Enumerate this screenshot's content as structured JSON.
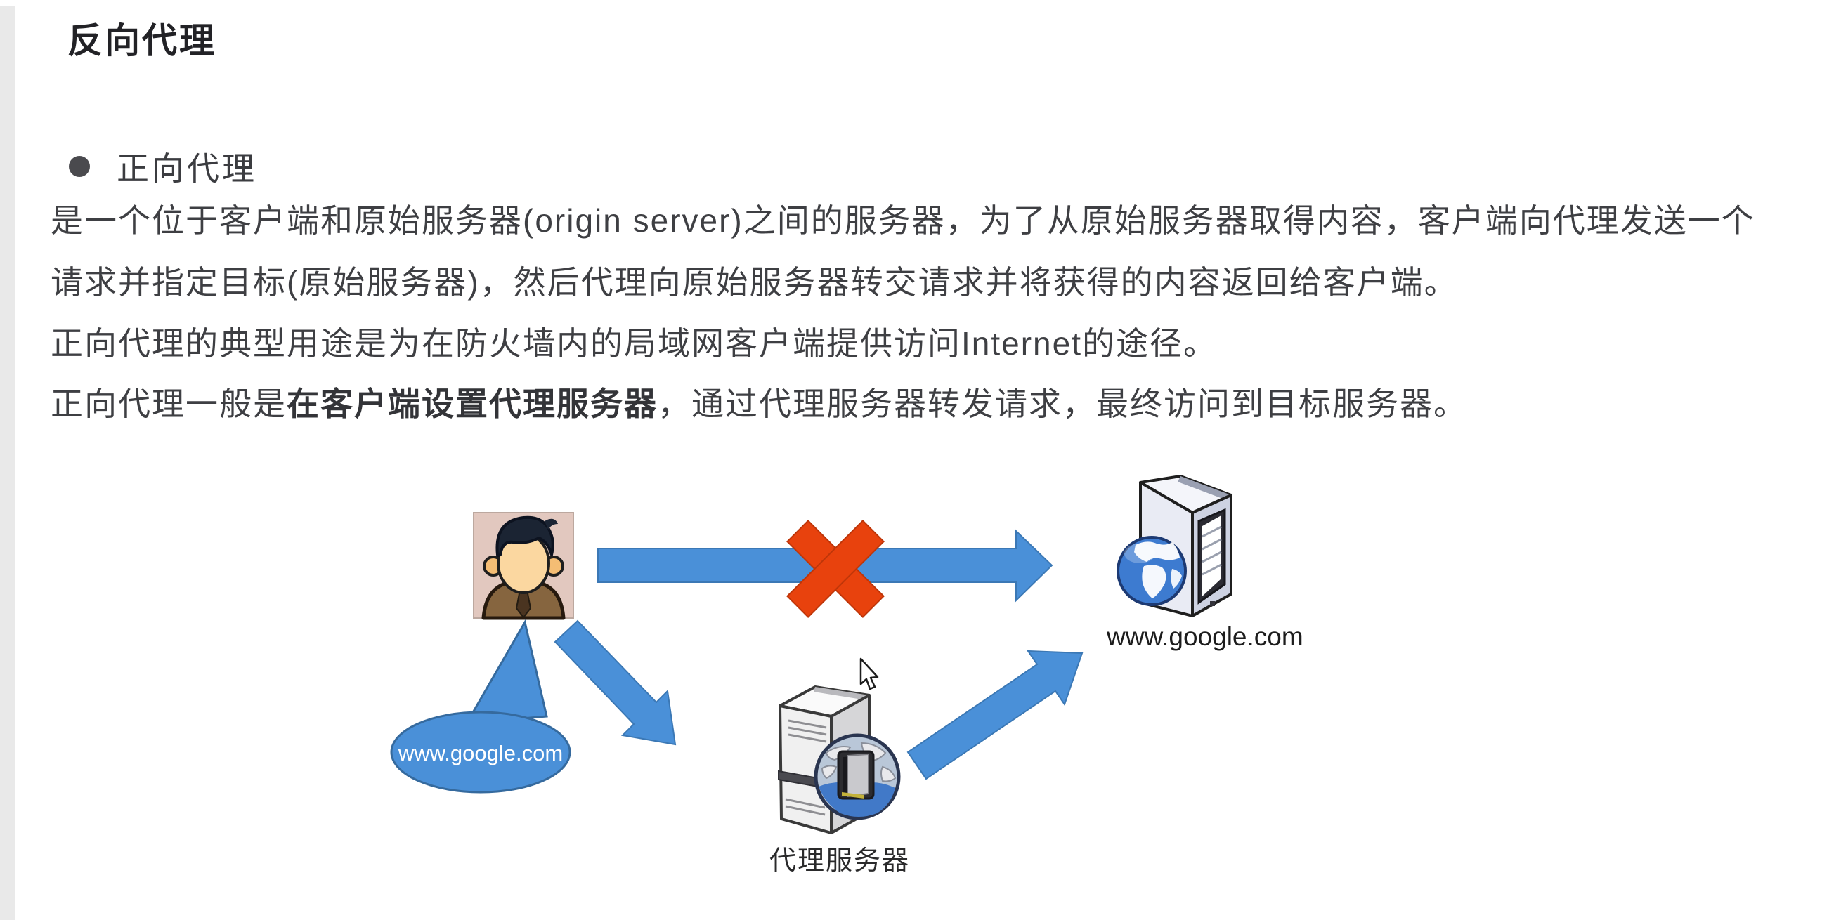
{
  "title": "反向代理",
  "bullet_item": {
    "label": "正向代理"
  },
  "paragraph_lines": [
    {
      "segments": [
        {
          "text": "是一个位于客户端和原始服务器(origin server)之间的服务器，为了从原始服务器取得内容，客户端向代理发送一个",
          "bold": false
        }
      ]
    },
    {
      "segments": [
        {
          "text": "请求并指定目标(原始服务器)，然后代理向原始服务器转交请求并将获得的内容返回给客户端。",
          "bold": false
        }
      ]
    },
    {
      "segments": [
        {
          "text": "正向代理的典型用途是为在防火墙内的局域网客户端提供访问Internet的途径。",
          "bold": false
        }
      ]
    },
    {
      "segments": [
        {
          "text": "正向代理一般是",
          "bold": false
        },
        {
          "text": "在客户端设置代理服务器",
          "bold": true
        },
        {
          "text": "，通过代理服务器转发请求，最终访问到目标服务器。",
          "bold": false
        }
      ]
    }
  ],
  "diagram": {
    "bubble_text": "www.google.com",
    "origin_server_label": "www.google.com",
    "proxy_server_label": "代理服务器",
    "colors": {
      "arrow_blue": "#4a90d8",
      "arrow_blue_edge": "#3b78b5",
      "cross_red": "#e8420d",
      "bubble_blue": "#4a90d8",
      "bubble_edge": "#356a9e"
    }
  }
}
